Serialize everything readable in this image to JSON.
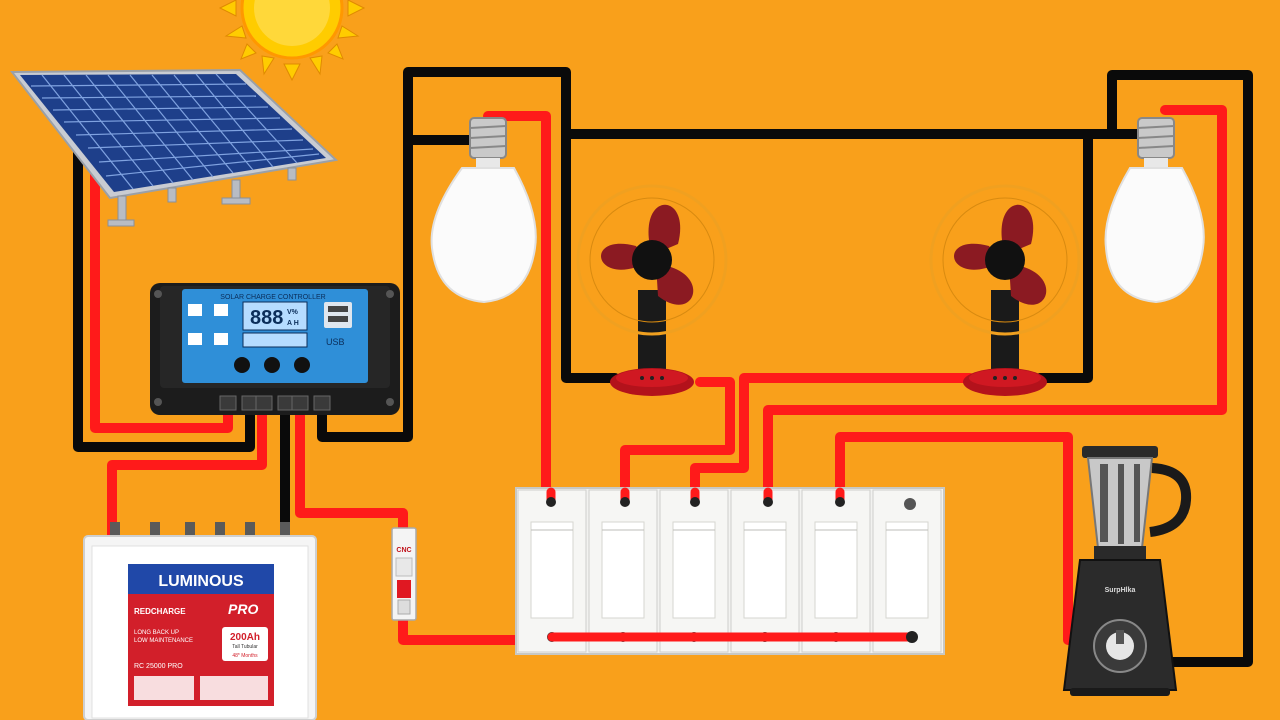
{
  "colors": {
    "background": "#f9a01b",
    "wire_positive": "#ff1a1a",
    "wire_negative": "#0a0a0a",
    "sun": "#ffcc00",
    "panel_cell": "#1e3f8a",
    "controller_screen": "#2f8fd8",
    "fan_blade": "#8b1a22",
    "battery_brand": "#2048a8",
    "battery_label": "#d21f2a"
  },
  "icons": {
    "sun": "sun-icon",
    "solar_panel": "solar-panel-icon",
    "bulb": "bulb-icon",
    "fan": "fan-icon",
    "mixer": "mixer-grinder-icon",
    "mcb": "mcb-breaker-icon",
    "switch": "switch-icon"
  },
  "controller": {
    "title": "SOLAR CHARGE CONTROLLER",
    "display": "888",
    "unit_top": "V%",
    "unit_bottom": "A H",
    "usb_label": "USB"
  },
  "battery": {
    "brand": "LUMINOUS",
    "series": "REDCHARGE",
    "pro": "PRO",
    "line1": "LONG BACK UP",
    "line2": "LOW MAINTENANCE",
    "capacity": "200Ah",
    "type": "Tall Tubular",
    "warranty": "48* Months",
    "model": "RC 25000 PRO"
  },
  "mcb": {
    "brand": "CNC"
  },
  "mixer": {
    "brand": "SurpHlka"
  }
}
